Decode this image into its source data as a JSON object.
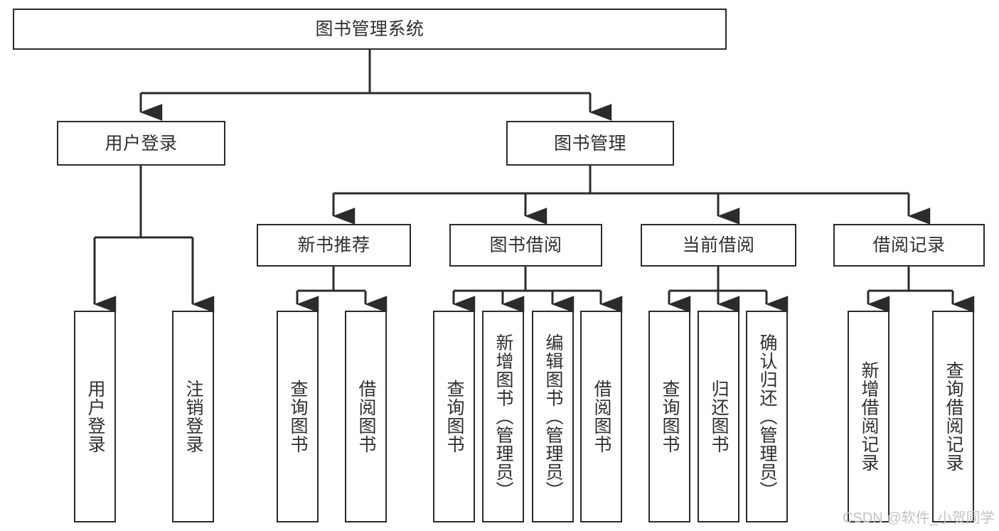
{
  "diagram": {
    "title": "图书管理系统",
    "type": "hierarchy-tree",
    "watermark": "CSDN @软件_小贺同学",
    "colors": {
      "stroke": "#2b2b2b",
      "text": "#2f2f34",
      "background": "#ffffff",
      "watermark": "#c3c3c3"
    },
    "nodes": {
      "root": {
        "label": "图书管理系统"
      },
      "level2": [
        {
          "label": "用户登录"
        },
        {
          "label": "图书管理"
        }
      ],
      "level3": [
        {
          "label": "新书推荐"
        },
        {
          "label": "图书借阅"
        },
        {
          "label": "当前借阅"
        },
        {
          "label": "借阅记录"
        }
      ],
      "leaves": {
        "user_login": [
          {
            "label": "用户登录"
          },
          {
            "label": "注销登录"
          }
        ],
        "new_books": [
          {
            "label": "查询图书"
          },
          {
            "label": "借阅图书"
          }
        ],
        "book_borrow": [
          {
            "label": "查询图书"
          },
          {
            "label": "新增图书（管理员）"
          },
          {
            "label": "编辑图书（管理员）"
          },
          {
            "label": "借阅图书"
          }
        ],
        "current_borrow": [
          {
            "label": "查询图书"
          },
          {
            "label": "归还图书"
          },
          {
            "label": "确认归还（管理员）"
          }
        ],
        "borrow_records": [
          {
            "label": "新增借阅记录"
          },
          {
            "label": "查询借阅记录"
          }
        ]
      }
    }
  }
}
